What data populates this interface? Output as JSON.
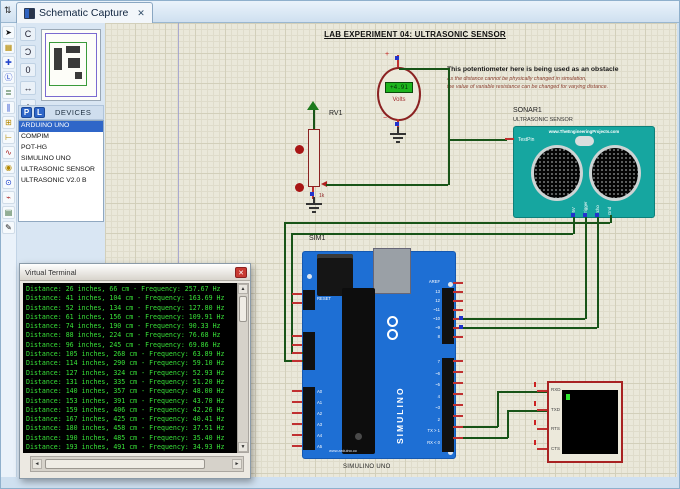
{
  "colors": {
    "wire_green": "#185418",
    "board_blue": "#1e6fd4",
    "sensor_teal": "#16a6a0",
    "terminal_green": "#38e038",
    "component_red": "#a82222",
    "selection_blue": "#2f66c8"
  },
  "tab": {
    "title": "Schematic Capture",
    "close_glyph": "✕",
    "nav_glyph": "⇅"
  },
  "mode_toolbar": {
    "icons": [
      {
        "name": "selection-mode-icon",
        "glyph": "➤",
        "color": "#111111"
      },
      {
        "name": "component-mode-icon",
        "glyph": "▦",
        "color": "#b58900"
      },
      {
        "name": "junction-dot-icon",
        "glyph": "✚",
        "color": "#2244cc"
      },
      {
        "name": "wire-label-icon",
        "glyph": "Ⓛ",
        "color": "#2244cc"
      },
      {
        "name": "text-script-icon",
        "glyph": "≣",
        "color": "#336633"
      },
      {
        "name": "buses-icon",
        "glyph": "∥",
        "color": "#2244cc"
      },
      {
        "name": "subcircuit-icon",
        "glyph": "⊞",
        "color": "#b58900"
      },
      {
        "name": "device-pin-icon",
        "glyph": "⊢",
        "color": "#b58900"
      },
      {
        "name": "graph-mode-icon",
        "glyph": "∿",
        "color": "#aa2222"
      },
      {
        "name": "tape-recorder-icon",
        "glyph": "◉",
        "color": "#b58900"
      },
      {
        "name": "generator-icon",
        "glyph": "⊙",
        "color": "#2244cc"
      },
      {
        "name": "probe-icon",
        "glyph": "⌁",
        "color": "#aa2222"
      },
      {
        "name": "instrument-icon",
        "glyph": "▤",
        "color": "#336633"
      },
      {
        "name": "graphics-pencil-icon",
        "glyph": "✎",
        "color": "#111111"
      }
    ]
  },
  "rotate_toolbar": {
    "buttons": [
      {
        "name": "rotate-clockwise-button",
        "glyph": "C"
      },
      {
        "name": "rotate-anticlockwise-button",
        "glyph": "Ɔ"
      },
      {
        "name": "rotate-angle-value",
        "glyph": "0"
      },
      {
        "name": "mirror-horizontal-button",
        "glyph": "↔"
      },
      {
        "name": "mirror-vertical-button",
        "glyph": "↕"
      }
    ]
  },
  "devices_panel": {
    "pick_button": "P",
    "library_button": "L",
    "header": "DEVICES",
    "selected": "ARDUINO UNO",
    "items": [
      "ARDUINO UNO",
      "COMPIM",
      "POT-HG",
      "SIMULINO UNO",
      "ULTRASONIC SENSOR",
      "ULTRASONIC V2.0 B"
    ]
  },
  "schematic": {
    "title": "LAB EXPERIMENT 04: ULTRASONIC SENSOR",
    "annotation": {
      "line1": "This potentiometer here is being used as an obstacle",
      "line2": "As the distance cannot be physically changed in simulation,",
      "line3": "the value of variable resistance can be changed for varying distance."
    },
    "voltmeter": {
      "reading": "+4.91",
      "unit": "Volts",
      "plus": "+",
      "minus": "−"
    },
    "potentiometer": {
      "ref": "RV1",
      "value": "1k"
    },
    "sonar": {
      "ref": "SONAR1",
      "subtitle": "ULTRASONIC SENSOR",
      "brand": "www.TheEngineeringProjects.com",
      "test_pin": "TestPin",
      "pins": [
        "+5V",
        "Trigger",
        "Echo",
        "Gnd"
      ]
    },
    "arduino": {
      "ref": "SIM1",
      "caption": "SIMULINO UNO",
      "silk": "SIMULINO",
      "url": "www.arduino.cc",
      "aref": "AREF",
      "reset": "RESET",
      "digital_top": [
        "13",
        "12",
        "~11",
        "~10",
        "~9",
        "8"
      ],
      "digital_bottom": [
        "7",
        "~6",
        "~5",
        "4",
        "~3",
        "2",
        "TX > 1",
        "RX < 0"
      ],
      "analog": [
        "A0",
        "A1",
        "A2",
        "A3",
        "A4",
        "A5"
      ]
    },
    "serial_terminal": {
      "pins": [
        "RXD",
        "TXD",
        "RTS",
        "CTS"
      ]
    }
  },
  "virtual_terminal": {
    "title": "Virtual Terminal",
    "close_glyph": "✕",
    "scroll_up": "▲",
    "scroll_down": "▼",
    "scroll_left": "◄",
    "scroll_right": "►",
    "lines": [
      "Distance: 26 inches, 66 cm - Frequency: 257.67 Hz",
      "Distance: 41 inches, 104 cm - Frequency: 163.69 Hz",
      "Distance: 52 inches, 134 cm - Frequency: 127.80 Hz",
      "Distance: 61 inches, 156 cm - Frequency: 109.91 Hz",
      "Distance: 74 inches, 190 cm - Frequency: 90.33 Hz",
      "Distance: 88 inches, 224 cm - Frequency: 76.68 Hz",
      "Distance: 96 inches, 245 cm - Frequency: 69.86 Hz",
      "Distance: 105 inches, 268 cm - Frequency: 63.89 Hz",
      "Distance: 114 inches, 290 cm - Frequency: 59.10 Hz",
      "Distance: 127 inches, 324 cm - Frequency: 52.93 Hz",
      "Distance: 131 inches, 335 cm - Frequency: 51.20 Hz",
      "Distance: 140 inches, 357 cm - Frequency: 48.00 Hz",
      "Distance: 153 inches, 391 cm - Frequency: 43.70 Hz",
      "Distance: 159 inches, 406 cm - Frequency: 42.26 Hz",
      "Distance: 167 inches, 425 cm - Frequency: 40.41 Hz",
      "Distance: 180 inches, 458 cm - Frequency: 37.51 Hz",
      "Distance: 190 inches, 485 cm - Frequency: 35.40 Hz",
      "Distance: 193 inches, 491 cm - Frequency: 34.93 Hz"
    ]
  }
}
